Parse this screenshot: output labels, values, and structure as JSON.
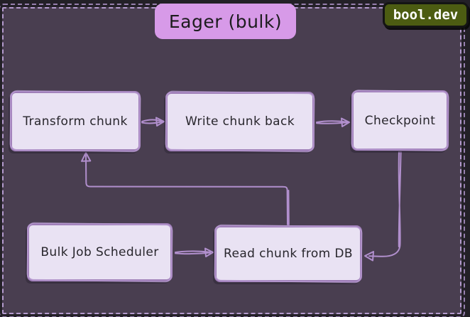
{
  "title": {
    "text": "Eager (bulk)"
  },
  "watermark": {
    "text": "bool.dev"
  },
  "diagram": {
    "nodes": [
      {
        "id": "transform",
        "label": "Transform chunk"
      },
      {
        "id": "write",
        "label": "Write chunk back"
      },
      {
        "id": "checkpoint",
        "label": "Checkpoint"
      },
      {
        "id": "scheduler",
        "label": "Bulk Job Scheduler"
      },
      {
        "id": "read",
        "label": "Read chunk from DB"
      }
    ],
    "edges": [
      {
        "from": "Transform chunk",
        "to": "Write chunk back"
      },
      {
        "from": "Write chunk back",
        "to": "Checkpoint"
      },
      {
        "from": "Checkpoint",
        "to": "Read chunk from DB"
      },
      {
        "from": "Bulk Job Scheduler",
        "to": "Read chunk from DB"
      },
      {
        "from": "Read chunk from DB",
        "to": "Transform chunk"
      }
    ]
  },
  "colors": {
    "outer_background": "#232027",
    "canvas_background": "#493e50",
    "dashed_border": "#b49bce",
    "node_fill": "#e9e2f3",
    "node_border": "#9d7cb6",
    "node_text": "#28262c",
    "arrow": "#b18fcd",
    "title_fill": "#d79ae8",
    "title_text": "#1c1c1e",
    "watermark_background": "#4c5c12",
    "watermark_text": "#ffffff"
  }
}
